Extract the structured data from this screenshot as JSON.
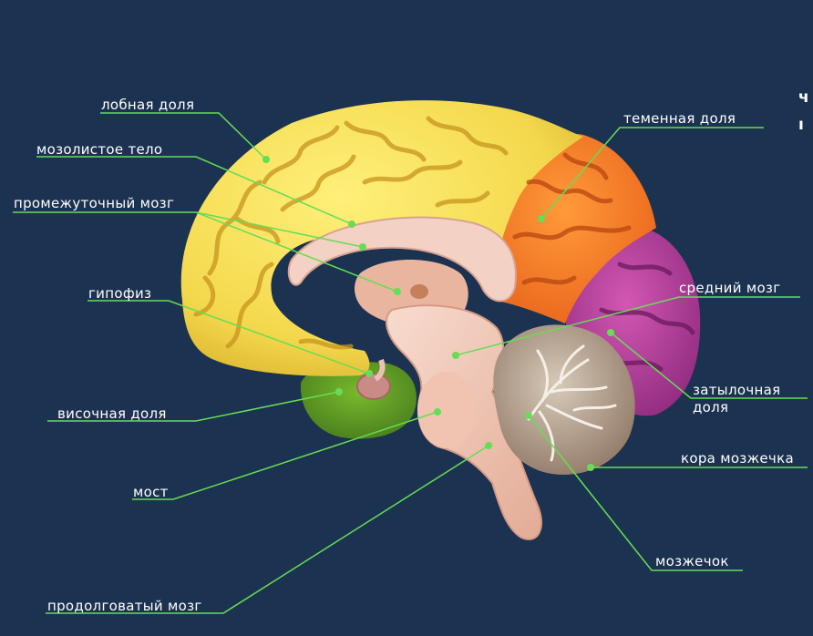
{
  "labels": {
    "frontal_lobe": "лобная доля",
    "corpus_callosum": "мозолистое тело",
    "diencephalon": "промежуточный мозг",
    "pituitary": "гипофиз",
    "temporal_lobe": "височная доля",
    "pons": "мост",
    "medulla": "продолговатый мозг",
    "parietal_lobe": "теменная доля",
    "midbrain": "средний мозг",
    "occipital_lobe_line1": "затылочная",
    "occipital_lobe_line2": "доля",
    "cerebellar_cortex": "кора мозжечка",
    "cerebellum": "мозжечок"
  },
  "edge_text": {
    "line1": "ч",
    "line2": "ı"
  },
  "colors": {
    "background": "#1b3250",
    "leader_line": "#66dd55",
    "frontal_lobe": "#f4e05a",
    "parietal_lobe": "#f47b22",
    "occipital_lobe": "#b53d9a",
    "temporal_lobe": "#5e9a22",
    "brainstem": "#efc3b2",
    "cerebellum": "#a88f7d"
  }
}
